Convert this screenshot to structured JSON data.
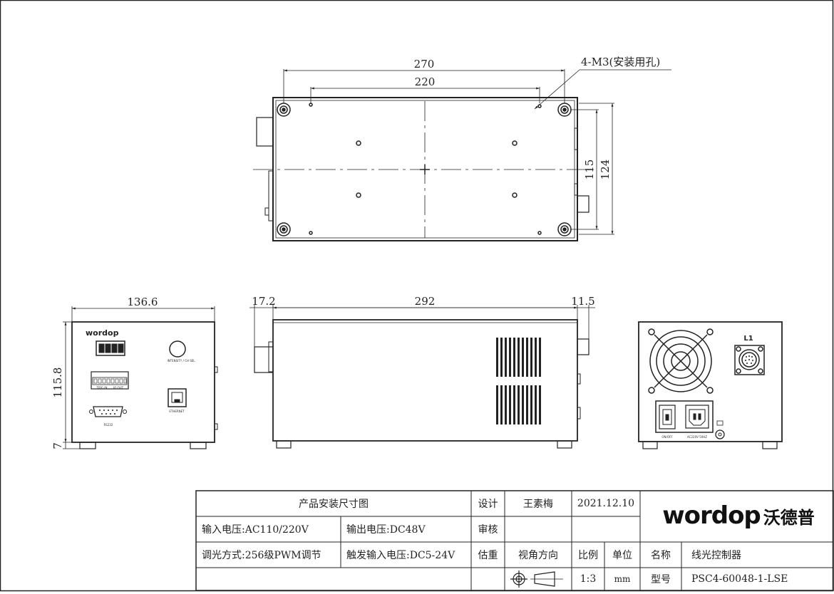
{
  "dimensions": {
    "top_width": "270",
    "top_hole_spacing": "220",
    "top_callout": "4-M3(安装用孔)",
    "top_hole_vertical": "115",
    "top_height": "124",
    "front_width": "136.6",
    "front_height": "115.8",
    "foot_height": "7",
    "side_left_protrusion": "17.2",
    "side_length": "292",
    "side_right_protrusion": "11.5"
  },
  "front_panel": {
    "brand": "wordop",
    "knob_label": "INTENSITY / CH SEL",
    "terminal_labels": [
      "TRIG IN",
      "IO OUT"
    ],
    "ethernet_label": "ETHERNET",
    "serial_label": "RS232"
  },
  "back_panel": {
    "connector_label": "L1",
    "switch_label": "ON/OFF",
    "power_label": "AC220V 50HZ"
  },
  "title_block": {
    "title": "产品安装尺寸图",
    "design_label": "设计",
    "designer": "王素梅",
    "date": "2021.12.10",
    "input_voltage": "输入电压:AC110/220V",
    "output_voltage": "输出电压:DC48V",
    "review_label": "审核",
    "dimming": "调光方式:256级PWM调节",
    "trigger_voltage": "触发输入电压:DC5-24V",
    "weight_label": "估重",
    "view_direction_label": "视角方向",
    "scale_label": "比例",
    "unit_label": "单位",
    "name_label": "名称",
    "name_value": "线光控制器",
    "scale_value": "1:3",
    "unit_value": "mm",
    "model_label": "型号",
    "model_value": "PSC4-60048-1-LSE",
    "logo_text": "wordop",
    "logo_cn": "沃德普"
  }
}
